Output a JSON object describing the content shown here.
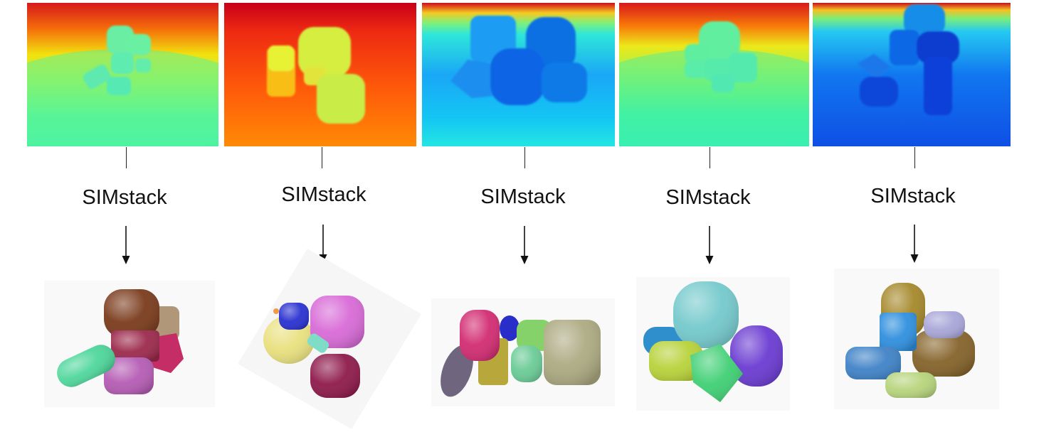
{
  "panels": [
    {
      "label": "SIMstack"
    },
    {
      "label": "SIMstack"
    },
    {
      "label": "SIMstack"
    },
    {
      "label": "SIMstack"
    },
    {
      "label": "SIMstack"
    }
  ]
}
